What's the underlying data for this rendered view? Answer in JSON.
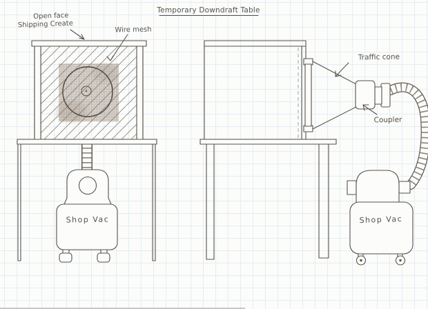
{
  "colors": {
    "paper": "#fcfcfa",
    "grid": "#e2eef6",
    "pencil": "#57524b",
    "pencil-light": "#8a837a",
    "mesh-tint": "#b5a28f"
  },
  "sketch": {
    "title": "Temporary Downdraft Table",
    "views": {
      "front": {
        "crate_label_line1": "Open face",
        "crate_label_line2": "Shipping Create",
        "mesh_label": "Wire mesh",
        "vac_label": "Shop Vac"
      },
      "side": {
        "cone_label": "Traffic cone",
        "coupler_label": "Coupler",
        "vac_label": "Shop Vac"
      }
    }
  }
}
